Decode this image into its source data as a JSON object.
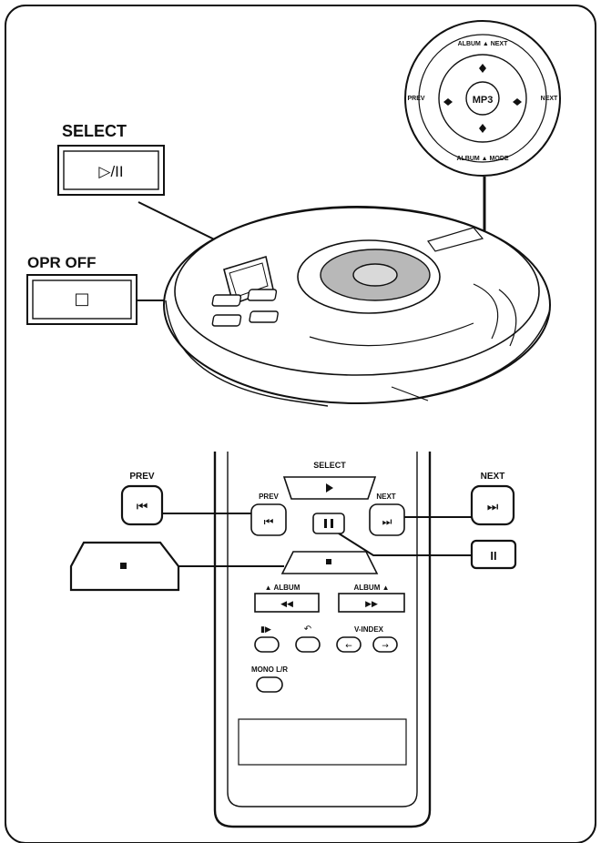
{
  "labels": {
    "select": "SELECT",
    "select_symbol": "▷/II",
    "opr_off": "OPR OFF",
    "opr_off_symbol": "□",
    "prev": "PREV",
    "next": "NEXT",
    "pause_symbol": "II"
  },
  "jog_dial": {
    "center": "MP3",
    "top_label": "ALBUM ▲ NEXT",
    "bottom_label": "ALBUM ▲ MODE",
    "left_label": "PREV",
    "right_label": "NEXT"
  },
  "remote": {
    "select": "SELECT",
    "prev": "PREV",
    "next": "NEXT",
    "album_down": "▲ ALBUM",
    "album_up": "ALBUM ▲",
    "v_index": "V-INDEX",
    "mono": "MONO L/R"
  },
  "colors": {
    "line": "#111111",
    "dial_fill": "#b8b8b8",
    "dial_inner": "#d9d9d9",
    "background": "#ffffff"
  }
}
